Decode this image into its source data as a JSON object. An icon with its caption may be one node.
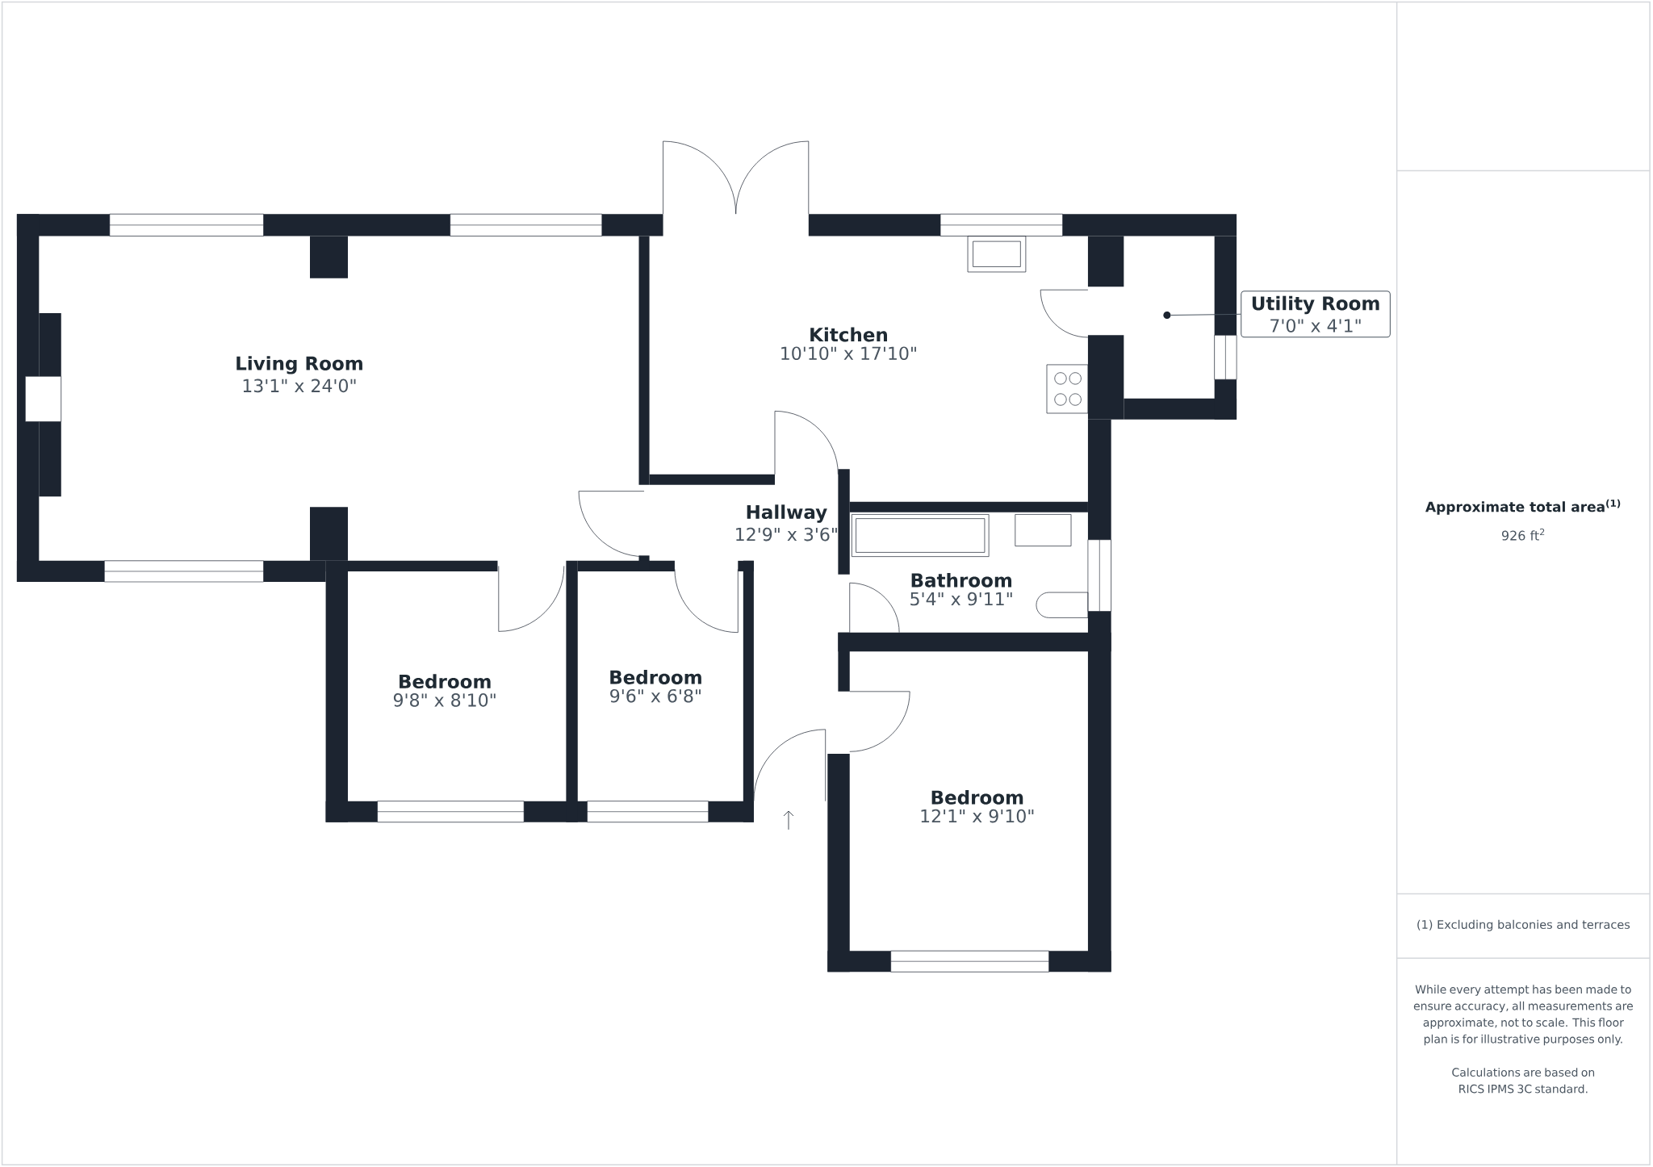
{
  "diagram": {
    "nodes": [
      {
        "text": [
          "Living Room",
          "13'1\" x 24'0\""
        ]
      },
      {
        "text": [
          "Kitchen",
          "10'10\" x 17'10\""
        ]
      },
      {
        "text": [
          "Hallway",
          "12'9\" x 3'6\""
        ]
      },
      {
        "text": [
          "Bathroom",
          "5'4\" x 9'11\""
        ]
      },
      {
        "text": [
          "Bedroom",
          "9'8\" x 8'10\""
        ]
      },
      {
        "text": [
          "Bedroom",
          "9'6\" x 6'8\""
        ]
      },
      {
        "text": [
          "Bedroom",
          "12'1\" x 9'10\""
        ]
      },
      {
        "text": [
          "Utility Room",
          "7'0\" x 4'1\""
        ]
      },
      {
        "text": [],
        "shape": "circle"
      }
    ],
    "edges": [
      {
        "from": 7,
        "to": 8,
        "arrow": "none"
      }
    ],
    "labels": [
      "Approximate total area$^{(1)}$",
      "926 ft$^{2}$",
      "(1) Excluding balconies and terraces",
      "While every attempt has been made to ensure accuracy, all measurements are approximate, not to scale. This floor plan is for illustrative purposes only.",
      "Calculations are based on RICS IPMS 3C standard."
    ]
  }
}
